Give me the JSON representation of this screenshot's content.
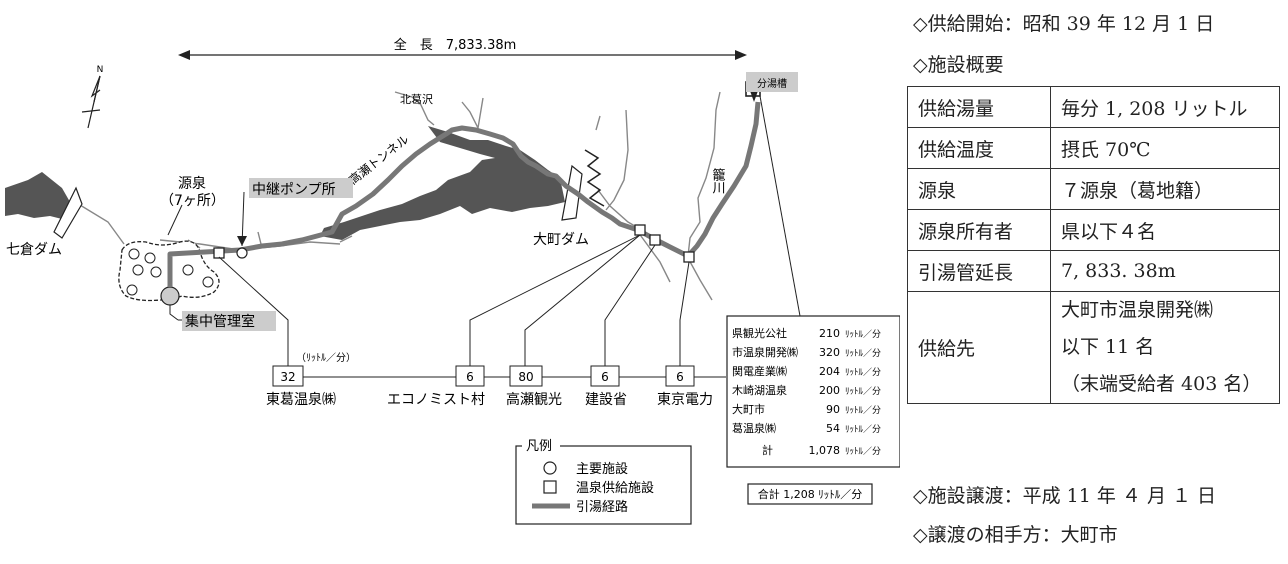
{
  "map": {
    "total_length": "全　長　7,833.38m",
    "north": "N",
    "kitakuzusawa": "北葛沢",
    "takase_tunnel": "高瀬トンネル",
    "bunyuso": "分湯槽",
    "kago_river": "籠川",
    "nanakura_dam": "七倉ダム",
    "gensen": "源泉",
    "gensen_count": "（7ヶ所）",
    "pump": "中継ポンプ所",
    "omachi_dam": "大町ダム",
    "control_room": "集中管理室",
    "unit_label": "（ﾘｯﾄﾙ／分）"
  },
  "consumers": [
    {
      "value": "32",
      "name": "東葛温泉㈱"
    },
    {
      "value": "6",
      "name": "エコノミスト村"
    },
    {
      "value": "80",
      "name": "高瀬観光"
    },
    {
      "value": "6",
      "name": "建設省"
    },
    {
      "value": "6",
      "name": "東京電力"
    }
  ],
  "distribution": {
    "rows": [
      {
        "name": "県観光公社",
        "value": "210",
        "unit": "ﾘｯﾄﾙ／分"
      },
      {
        "name": "市温泉開発㈱",
        "value": "320",
        "unit": "ﾘｯﾄﾙ／分"
      },
      {
        "name": "関電産業㈱",
        "value": "204",
        "unit": "ﾘｯﾄﾙ／分"
      },
      {
        "name": "木崎湖温泉",
        "value": "200",
        "unit": "ﾘｯﾄﾙ／分"
      },
      {
        "name": "大町市",
        "value": "90",
        "unit": "ﾘｯﾄﾙ／分"
      },
      {
        "name": "葛温泉㈱",
        "value": "54",
        "unit": "ﾘｯﾄﾙ／分"
      },
      {
        "name": "計",
        "value": "1,078",
        "unit": "ﾘｯﾄﾙ／分"
      }
    ],
    "grand_total": "合計 1,208 ﾘｯﾄﾙ／分"
  },
  "legend": {
    "title": "凡例",
    "items": [
      "主要施設",
      "温泉供給施設",
      "引湯経路"
    ]
  },
  "info": {
    "start": "◇供給開始：昭和 39 年 12 月 1 日",
    "overview_heading": "◇施設概要",
    "rows": [
      {
        "key": "供給湯量",
        "value": "毎分 1, 208 リットル"
      },
      {
        "key": "供給温度",
        "value": "摂氏 70℃"
      },
      {
        "key": "源泉",
        "value": "７源泉（葛地籍）"
      },
      {
        "key": "源泉所有者",
        "value": "県以下４名"
      },
      {
        "key": "引湯管延長",
        "value": "7, 833. 38m"
      }
    ],
    "supply_key": "供給先",
    "supply_lines": [
      "大町市温泉開発㈱",
      "以下 11 名",
      "（末端受給者 403 名）"
    ],
    "transfer": "◇施設譲渡：平成 11 年 ４ 月 １ 日",
    "transfer_party": "◇譲渡の相手方：大町市"
  }
}
